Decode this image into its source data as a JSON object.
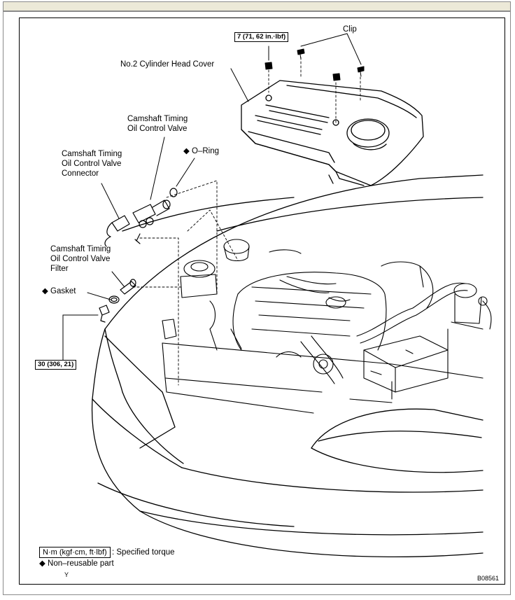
{
  "labels": {
    "clip": "Clip",
    "cover": "No.2 Cylinder Head Cover",
    "valve_line1": "Camshaft Timing",
    "valve_line2": "Oil Control Valve",
    "oring": "◆ O–Ring",
    "connector_line1": "Camshaft Timing",
    "connector_line2": "Oil Control Valve",
    "connector_line3": "Connector",
    "filter_line1": "Camshaft Timing",
    "filter_line2": "Oil Control Valve",
    "filter_line3": "Filter",
    "gasket": "◆ Gasket"
  },
  "torque": {
    "cover_nut": "7 (71, 62 in.·lbf)",
    "filter_plug": "30 (306, 21)"
  },
  "legend": {
    "unit_box": "N·m (kgf·cm, ft·lbf)",
    "unit_text": ": Specified torque",
    "non_reusable": "◆ Non–reusable part",
    "mark": "Y"
  },
  "figure_id": "B08561"
}
